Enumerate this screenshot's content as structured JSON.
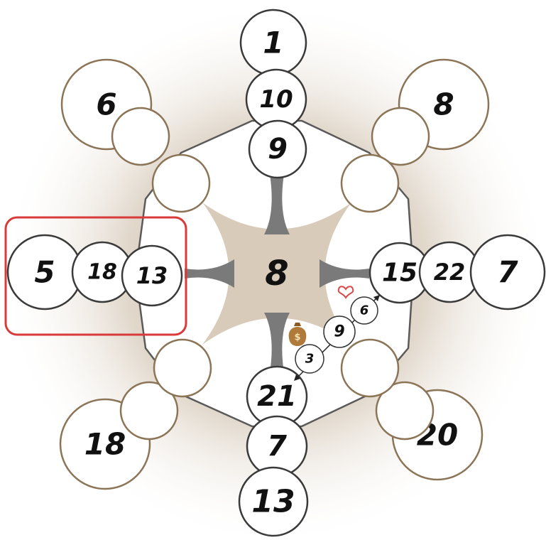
{
  "center": {
    "value": "8"
  },
  "arms": {
    "top": {
      "values": [
        "1",
        "10",
        "9"
      ]
    },
    "left": {
      "values": [
        "5",
        "18",
        "13"
      ]
    },
    "right": {
      "values": [
        "15",
        "22",
        "7"
      ]
    },
    "bottom": {
      "values": [
        "21",
        "7",
        "13"
      ]
    }
  },
  "corners": {
    "top_left": {
      "value": "6"
    },
    "top_right": {
      "value": "8"
    },
    "bottom_left": {
      "value": "18"
    },
    "bottom_right": {
      "value": "20"
    }
  },
  "path": {
    "values": [
      "6",
      "9",
      "3"
    ]
  },
  "icons": {
    "heart": {
      "name": "heart-icon",
      "color": "#d94a4a"
    },
    "money": {
      "name": "money-bag-icon",
      "symbol": "$",
      "color": "#b07a3a"
    }
  },
  "colors": {
    "highlight": "#d93a3a",
    "diamond_fill": "#d8cbb9",
    "spike": "#7a7a7a",
    "corner_stroke": "#8c7557",
    "node_stroke": "#3a3a3a",
    "glow": "#b8a48c"
  }
}
